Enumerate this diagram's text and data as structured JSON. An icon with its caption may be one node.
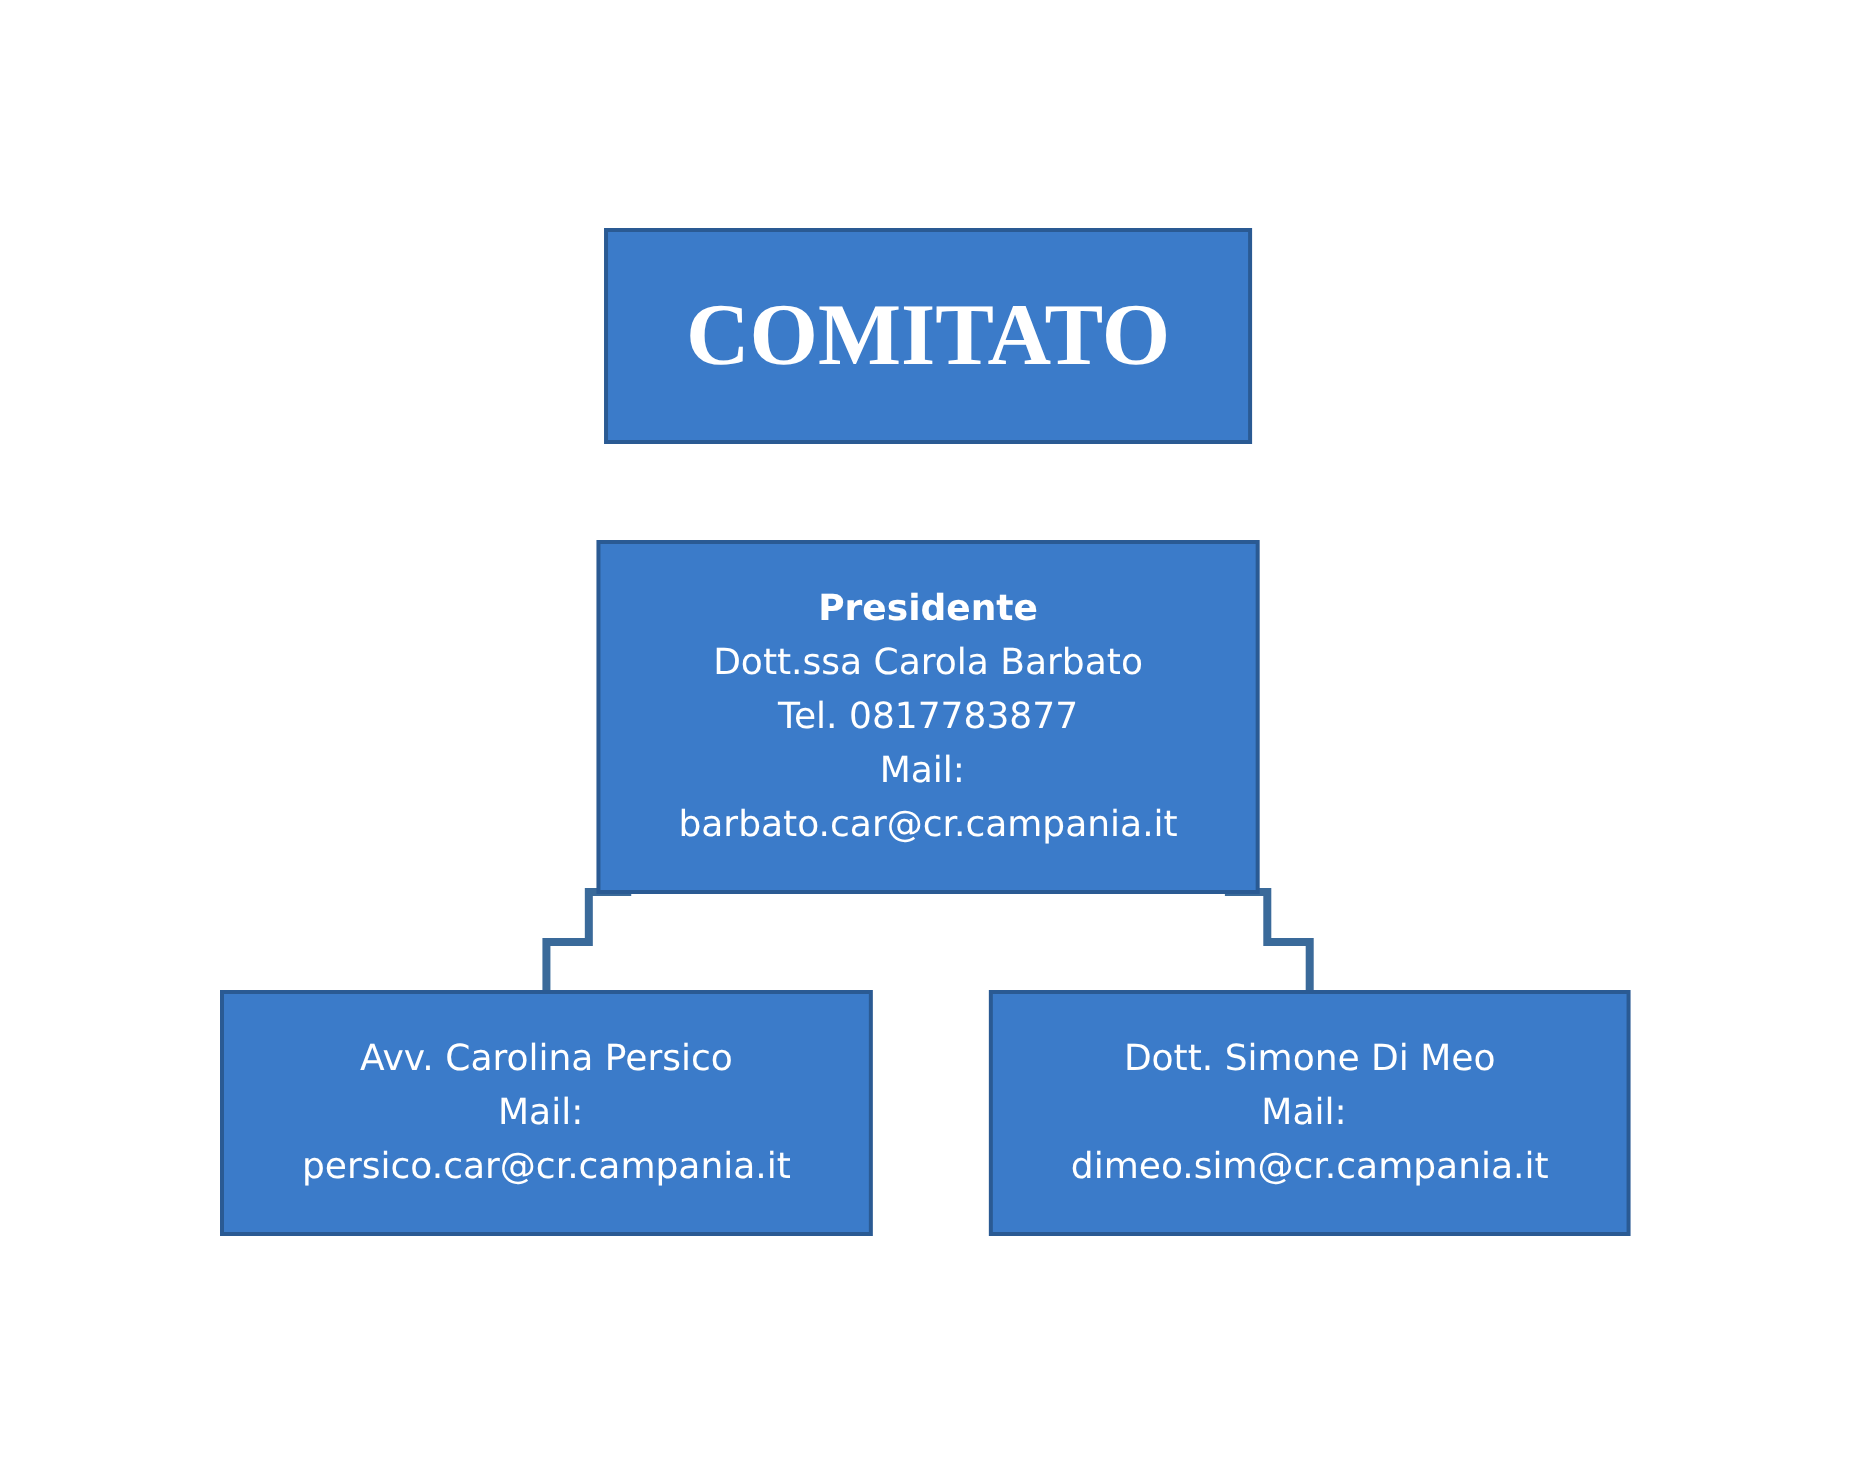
{
  "diagram": {
    "nodes": [
      {
        "text": [
          "COMITATO"
        ]
      },
      {
        "text": [
          "Presidente",
          "Dott.ssa Carola Barbato",
          "Tel. 0817783877",
          "Mail: barbato.car@cr.campania.it"
        ]
      },
      {
        "text": [
          "Avv. Carolina Persico",
          "Mail: persico.car@cr.campania.it"
        ]
      },
      {
        "text": [
          "Dott. Simone Di Meo",
          "Mail: dimeo.sim@cr.campania.it"
        ]
      }
    ],
    "edges": [
      {
        "from": 1,
        "to": 2,
        "arrow": "none"
      },
      {
        "from": 1,
        "to": 3,
        "arrow": "none"
      }
    ]
  }
}
